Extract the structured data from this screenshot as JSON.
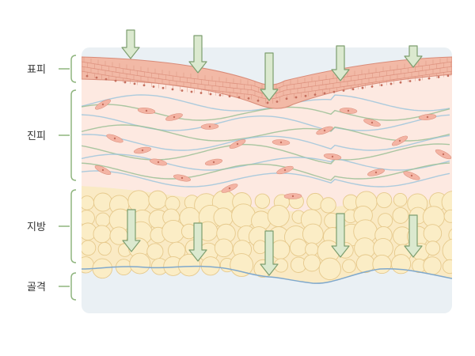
{
  "layers": [
    {
      "id": "epidermis",
      "label": "표피"
    },
    {
      "id": "dermis",
      "label": "진피"
    },
    {
      "id": "fat",
      "label": "지방"
    },
    {
      "id": "bone",
      "label": "골격"
    }
  ],
  "colors": {
    "bracket": "#8fb57e",
    "epidermis_fill": "#f2b9a6",
    "epidermis_line": "#d98b78",
    "dermis_fill": "#fde9e1",
    "fiber_blue": "#9ec5dc",
    "fiber_green": "#9bbf95",
    "cell_fill": "#f4b4a4",
    "fat_fill": "#faeac4",
    "fat_cell": "#fbedc6",
    "fat_stroke": "#e6c98c",
    "bone_fill": "#eaf0f4",
    "bone_line": "#7fa8cc",
    "arrow_fill": "#dbe9cf",
    "arrow_stroke": "#7d9e6f"
  },
  "arrows": {
    "top_count": 5,
    "fat_count": 5,
    "direction": "down"
  }
}
